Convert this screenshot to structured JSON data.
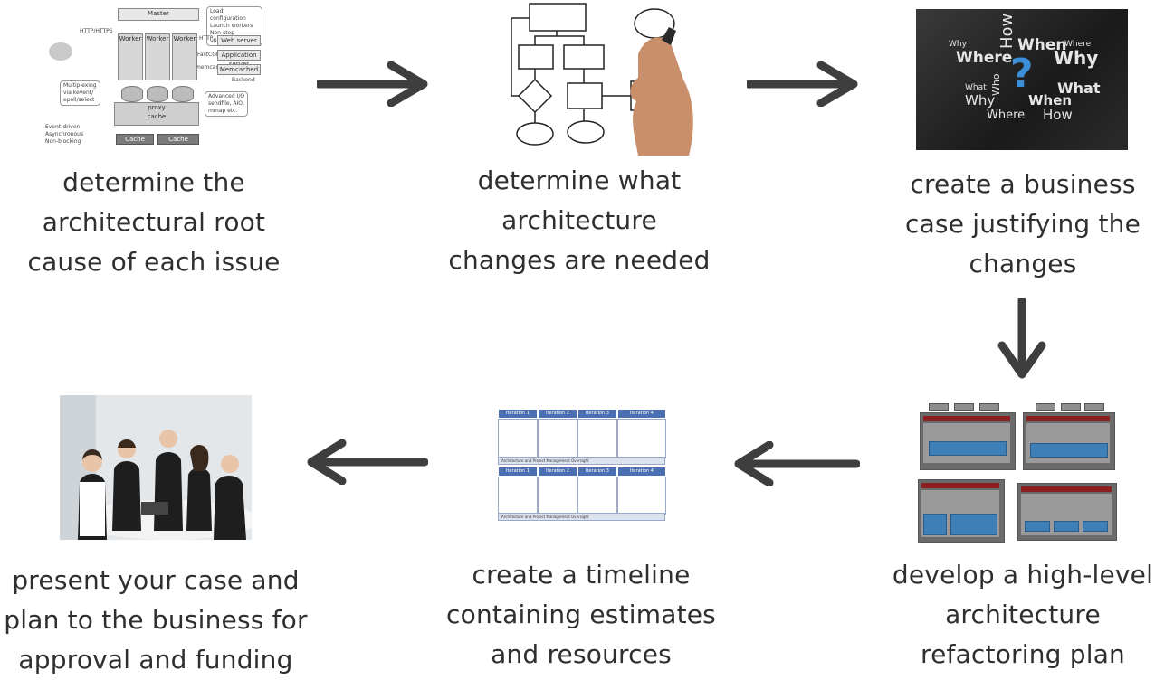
{
  "steps": [
    {
      "id": "root-cause",
      "caption": [
        "determine the",
        "architectural root",
        "cause of each issue"
      ]
    },
    {
      "id": "changes-needed",
      "caption": [
        "determine what",
        "architecture",
        "changes are needed"
      ]
    },
    {
      "id": "business-case",
      "caption": [
        "create a business",
        "case justifying the",
        "changes"
      ]
    },
    {
      "id": "refactoring-plan",
      "caption": [
        "develop a high-level",
        "architecture",
        "refactoring plan"
      ]
    },
    {
      "id": "timeline",
      "caption": [
        "create a timeline",
        "containing estimates",
        "and resources"
      ]
    },
    {
      "id": "present",
      "caption": [
        "present your case and",
        "plan to the business for",
        "approval and funding"
      ]
    }
  ],
  "arch_diagram": {
    "master": "Master",
    "note_top": [
      "Load configuration",
      "Launch workers",
      "Non-stop upgrade"
    ],
    "protocol_left": "HTTP/HTTPS",
    "worker": "Worker",
    "http": "HTTP",
    "fastcgi": "FastCGI",
    "memcache": "memcache",
    "web_server": "Web server",
    "app_server": "Application server",
    "memcached": "Memcached",
    "backend": "Backend",
    "note_left": [
      "Multiplexing",
      "via kevent/",
      "epoll/select"
    ],
    "note_right": [
      "Advanced I/O",
      "sendfile, AIO,",
      "mmap etc."
    ],
    "proxy_cache": [
      "proxy",
      "cache"
    ],
    "features": [
      "Event-driven",
      "Asynchronous",
      "Non-blocking"
    ],
    "cache_loader": "Cache loader",
    "cache_manager": "Cache manager"
  },
  "question_words": [
    {
      "t": "Why",
      "s": 9
    },
    {
      "t": "How",
      "s": 18
    },
    {
      "t": "Where",
      "s": 17
    },
    {
      "t": "When",
      "s": 17
    },
    {
      "t": "Where",
      "s": 9
    },
    {
      "t": "Why",
      "s": 20
    },
    {
      "t": "Who",
      "s": 11
    },
    {
      "t": "What",
      "s": 16
    },
    {
      "t": "What",
      "s": 9
    },
    {
      "t": "When",
      "s": 15
    },
    {
      "t": "Why",
      "s": 15
    },
    {
      "t": "Where",
      "s": 13
    },
    {
      "t": "How",
      "s": 15
    },
    {
      "t": "?",
      "s": 44
    }
  ],
  "timeline": {
    "iterations": [
      "Iteration 1",
      "Iteration 2",
      "Iteration 3",
      "Iteration 4"
    ],
    "row_label": "Architecture and Project Management Oversight"
  },
  "colors": {
    "arrow": "#3e3e3e",
    "caption": "#2f2f2f",
    "timeline_header": "#4c6fb4",
    "refactor_red": "#8b1e1e",
    "refactor_blue": "#3f7fb8"
  }
}
